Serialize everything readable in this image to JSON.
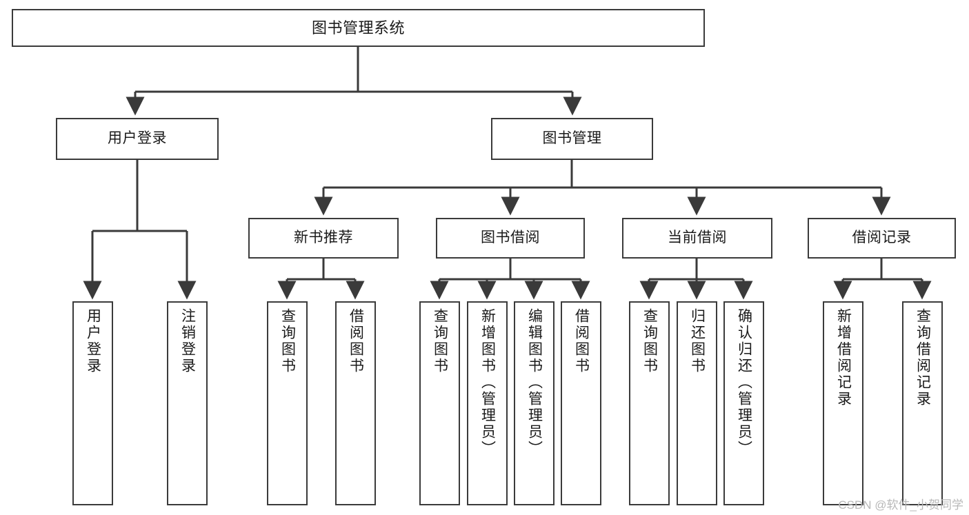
{
  "diagram": {
    "type": "tree-hierarchy-chart",
    "title": "图书管理系统",
    "orientation": "top-down",
    "colors": {
      "box_border": "#3a3a3a",
      "box_fill": "#ffffff",
      "edge": "#3a3a3a",
      "text": "#1a1a1a",
      "watermark": "#b8b8b8",
      "background": "#ffffff"
    },
    "nodes": {
      "root": {
        "label": "图书管理系统"
      },
      "level2": [
        {
          "id": "user-login",
          "label": "用户登录"
        },
        {
          "id": "book-manage",
          "label": "图书管理"
        }
      ],
      "level3": [
        {
          "id": "new-book-recommend",
          "label": "新书推荐"
        },
        {
          "id": "book-borrow",
          "label": "图书借阅"
        },
        {
          "id": "current-borrow",
          "label": "当前借阅"
        },
        {
          "id": "borrow-record",
          "label": "借阅记录"
        }
      ],
      "leaves": {
        "user_login": [
          {
            "id": "leaf-user-login",
            "label": "用户登录"
          },
          {
            "id": "leaf-user-logout",
            "label": "注销登录"
          }
        ],
        "new_book_recommend": [
          {
            "id": "leaf-query-book-1",
            "label": "查询图书"
          },
          {
            "id": "leaf-borrow-book-1",
            "label": "借阅图书"
          }
        ],
        "book_borrow": [
          {
            "id": "leaf-query-book-2",
            "label": "查询图书"
          },
          {
            "id": "leaf-add-book",
            "label": "新增图书（管理员）"
          },
          {
            "id": "leaf-edit-book",
            "label": "编辑图书（管理员）"
          },
          {
            "id": "leaf-borrow-book-2",
            "label": "借阅图书"
          }
        ],
        "current_borrow": [
          {
            "id": "leaf-query-book-3",
            "label": "查询图书"
          },
          {
            "id": "leaf-return-book",
            "label": "归还图书"
          },
          {
            "id": "leaf-confirm-return",
            "label": "确认归还（管理员）"
          }
        ],
        "borrow_record": [
          {
            "id": "leaf-add-record",
            "label": "新增借阅记录"
          },
          {
            "id": "leaf-query-record",
            "label": "查询借阅记录"
          }
        ]
      }
    },
    "edges": [
      {
        "from": "图书管理系统",
        "to": "用户登录"
      },
      {
        "from": "图书管理系统",
        "to": "图书管理"
      },
      {
        "from": "用户登录",
        "to": "用户登录"
      },
      {
        "from": "用户登录",
        "to": "注销登录"
      },
      {
        "from": "图书管理",
        "to": "新书推荐"
      },
      {
        "from": "图书管理",
        "to": "图书借阅"
      },
      {
        "from": "图书管理",
        "to": "当前借阅"
      },
      {
        "from": "图书管理",
        "to": "借阅记录"
      },
      {
        "from": "新书推荐",
        "to": "查询图书"
      },
      {
        "from": "新书推荐",
        "to": "借阅图书"
      },
      {
        "from": "图书借阅",
        "to": "查询图书"
      },
      {
        "from": "图书借阅",
        "to": "新增图书（管理员）"
      },
      {
        "from": "图书借阅",
        "to": "编辑图书（管理员）"
      },
      {
        "from": "图书借阅",
        "to": "借阅图书"
      },
      {
        "from": "当前借阅",
        "to": "查询图书"
      },
      {
        "from": "当前借阅",
        "to": "归还图书"
      },
      {
        "from": "当前借阅",
        "to": "确认归还（管理员）"
      },
      {
        "from": "借阅记录",
        "to": "新增借阅记录"
      },
      {
        "from": "借阅记录",
        "to": "查询借阅记录"
      }
    ]
  },
  "watermark": {
    "text": "CSDN @软件_小贺同学"
  }
}
